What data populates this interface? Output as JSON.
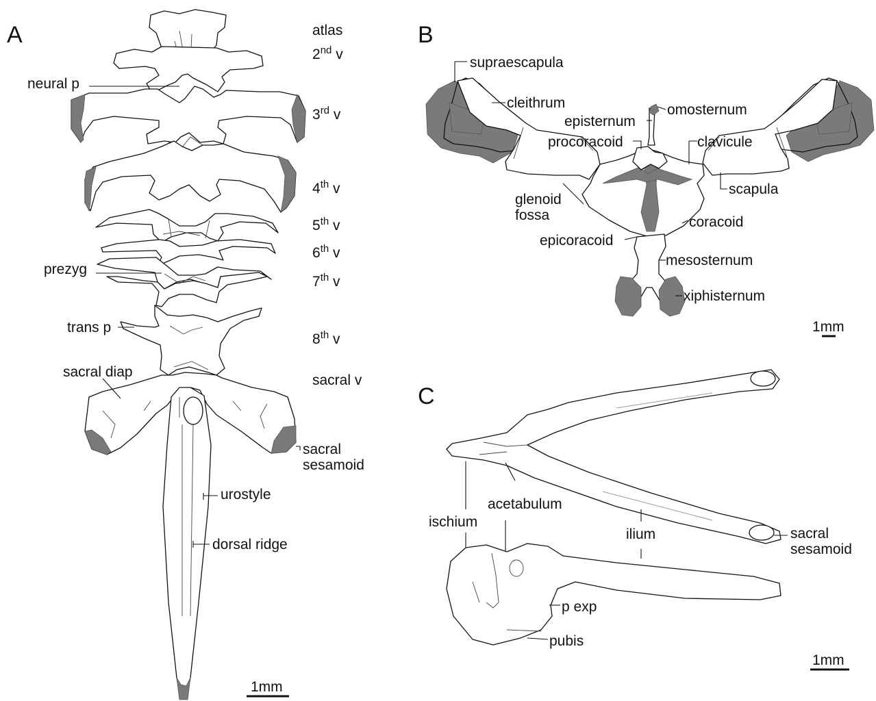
{
  "panels": {
    "a": "A",
    "b": "B",
    "c": "C"
  },
  "panel_a": {
    "vertebrae": [
      {
        "pre": "atlas",
        "sup": "",
        "post": ""
      },
      {
        "pre": "2",
        "sup": "nd",
        "post": " v"
      },
      {
        "pre": "3",
        "sup": "rd",
        "post": " v"
      },
      {
        "pre": "4",
        "sup": "th",
        "post": " v"
      },
      {
        "pre": "5",
        "sup": "th",
        "post": " v"
      },
      {
        "pre": "6",
        "sup": "th",
        "post": " v"
      },
      {
        "pre": "7",
        "sup": "th",
        "post": " v"
      },
      {
        "pre": "8",
        "sup": "th",
        "post": " v"
      },
      {
        "pre": "sacral v",
        "sup": "",
        "post": ""
      }
    ],
    "labels": {
      "neural_p": "neural p",
      "prezyg": "prezyg",
      "trans_p": "trans p",
      "sacral_diap": "sacral diap",
      "sacral_sesamoid": "sacral\nsesamoid",
      "urostyle": "urostyle",
      "dorsal_ridge": "dorsal ridge"
    },
    "scale": "1mm"
  },
  "panel_b": {
    "labels": {
      "supraescapula": "supraescapula",
      "cleithrum": "cleithrum",
      "omosternum": "omosternum",
      "episternum": "episternum",
      "procoracoid": "procoracoid",
      "clavicule": "clavicule",
      "scapula": "scapula",
      "glenoid_fossa": "glenoid\nfossa",
      "coracoid": "coracoid",
      "epicoracoid": "epicoracoid",
      "mesosternum": "mesosternum",
      "xiphisternum": "xiphisternum"
    },
    "scale": "1mm"
  },
  "panel_c": {
    "labels": {
      "ischium": "ischium",
      "acetabulum": "acetabulum",
      "ilium": "ilium",
      "sacral_sesamoid": "sacral\nsesamoid",
      "p_exp": "p exp",
      "pubis": "pubis"
    },
    "scale": "1mm"
  },
  "colors": {
    "cartilage": "#7a7a7a",
    "outline": "#111111",
    "background": "#ffffff"
  }
}
